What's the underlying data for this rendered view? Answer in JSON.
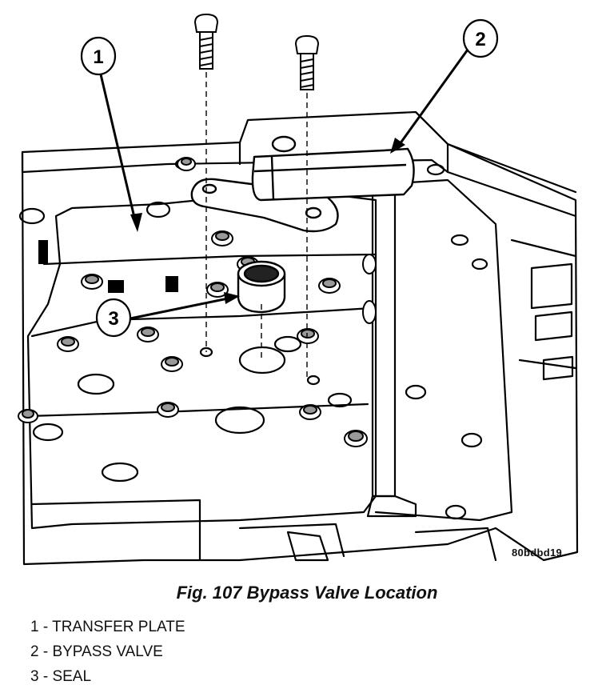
{
  "figure": {
    "code": "80bdbd19",
    "callouts": [
      "1",
      "2",
      "3"
    ]
  },
  "caption": "Fig. 107 Bypass Valve Location",
  "legend": [
    "1 - TRANSFER PLATE",
    "2 - BYPASS VALVE",
    "3 - SEAL"
  ]
}
